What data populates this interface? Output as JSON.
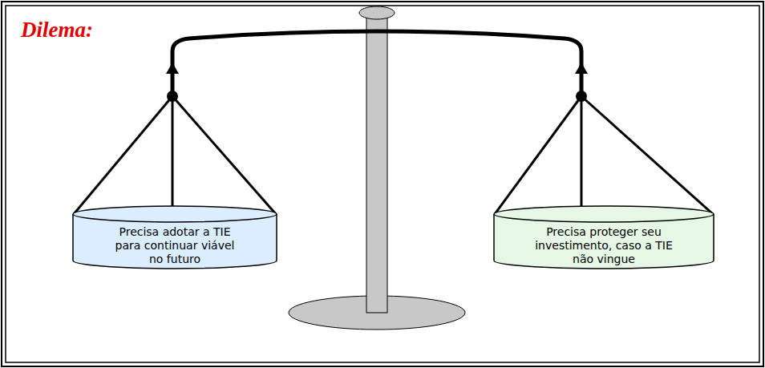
{
  "diagram": {
    "title": "Dilema:",
    "nodes": [
      {
        "text": [
          "Precisa adotar a TIE para continuar viável no futuro"
        ]
      },
      {
        "text": [
          "Precisa proteger seu investimento, caso a TIE não vingue"
        ]
      }
    ]
  }
}
